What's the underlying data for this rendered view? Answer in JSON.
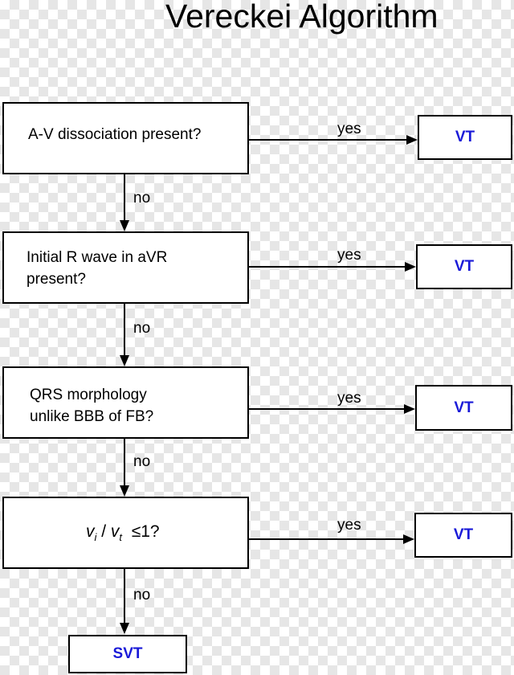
{
  "title": "Vereckei Algorithm",
  "questions": [
    {
      "text": "A-V dissociation present?"
    },
    {
      "line1": "Initial R wave in aVR",
      "line2": "present?"
    },
    {
      "line1": "QRS morphology",
      "line2": "unlike BBB of FB?"
    },
    {
      "v": "v",
      "i": "i",
      "slash": " / ",
      "t": "t",
      "rest": "≤1?"
    }
  ],
  "yes_label": "yes",
  "no_label": "no",
  "outcome_vt": "VT",
  "outcome_svt": "SVT",
  "colors": {
    "outcome_text": "#1a1ad8",
    "stroke": "#000000"
  }
}
